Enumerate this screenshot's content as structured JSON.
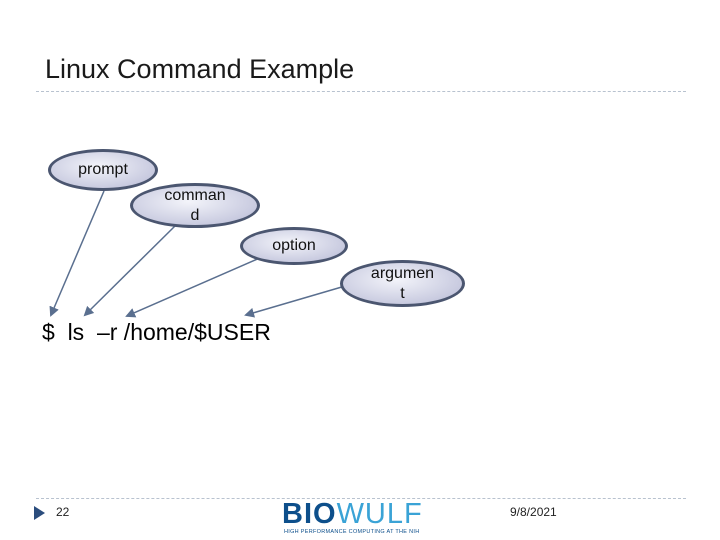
{
  "slide": {
    "title": "Linux Command Example",
    "command_line": "$  ls  –r /home/$USER",
    "page_number": "22",
    "date": "9/8/2021"
  },
  "callouts": {
    "prompt": "prompt",
    "command": "comman\nd",
    "option": "option",
    "argument": "argumen\nt"
  },
  "logo": {
    "word_part1": "BIO",
    "word_part2": "WULF",
    "tagline": "HIGH PERFORMANCE COMPUTING AT THE NIH"
  },
  "colors": {
    "arrow": "#5a6f8f",
    "bubble_border": "#4b5670",
    "logo_dark": "#0d4f8b",
    "logo_light": "#3aa3d6"
  }
}
